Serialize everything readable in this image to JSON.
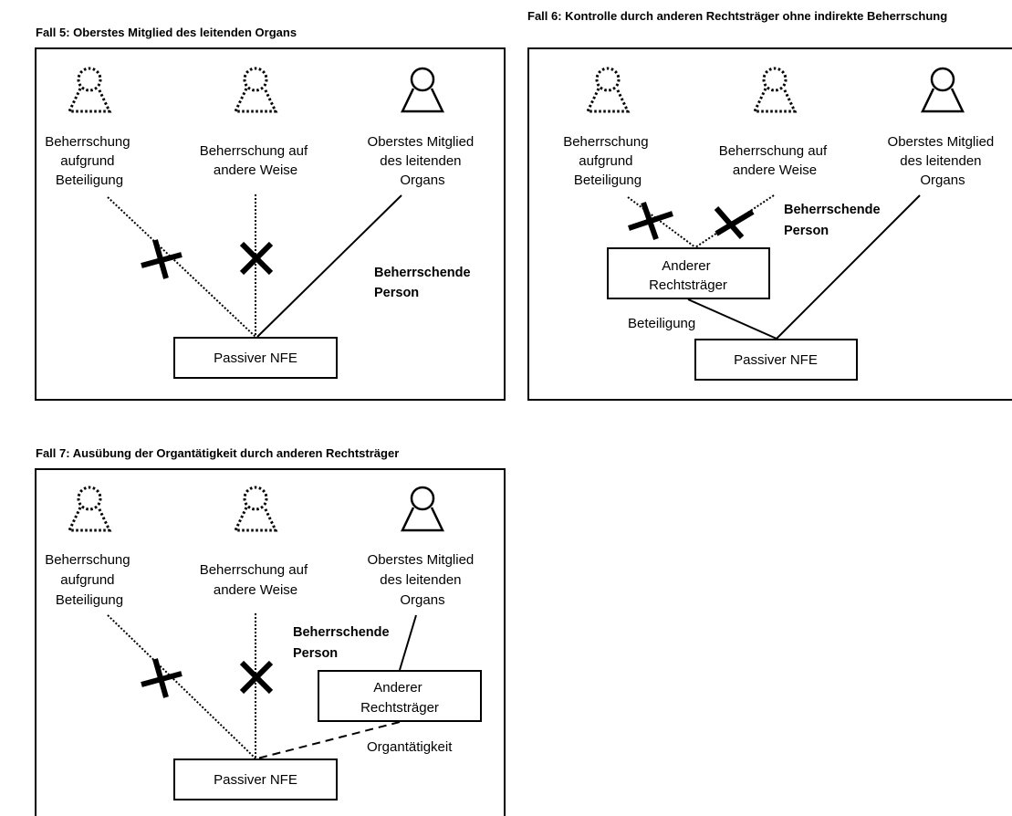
{
  "cases": [
    {
      "title": "Fall 5: Oberstes Mitglied des leitenden Organs",
      "persons": [
        [
          "Beherrschung",
          "aufgrund",
          "Beteiligung"
        ],
        [
          "Beherrschung auf",
          "andere Weise"
        ],
        [
          "Oberstes Mitglied",
          "des leitenden",
          "Organs"
        ]
      ],
      "controlling_label": [
        "Beherrschende",
        "Person"
      ],
      "entity_box": "Passiver NFE"
    },
    {
      "title": "Fall 6: Kontrolle durch anderen Rechtsträger ohne indirekte Beherrschung",
      "persons": [
        [
          "Beherrschung",
          "aufgrund",
          "Beteiligung"
        ],
        [
          "Beherrschung auf",
          "andere Weise"
        ],
        [
          "Oberstes Mitglied",
          "des leitenden",
          "Organs"
        ]
      ],
      "controlling_label": [
        "Beherrschende",
        "Person"
      ],
      "intermediate_box": [
        "Anderer",
        "Rechtsträger"
      ],
      "link_label": "Beteiligung",
      "entity_box": "Passiver NFE"
    },
    {
      "title": "Fall 7: Ausübung der Organtätigkeit durch anderen Rechtsträger",
      "persons": [
        [
          "Beherrschung",
          "aufgrund",
          "Beteiligung"
        ],
        [
          "Beherrschung auf",
          "andere Weise"
        ],
        [
          "Oberstes Mitglied",
          "des leitenden",
          "Organs"
        ]
      ],
      "controlling_label": [
        "Beherrschende",
        "Person"
      ],
      "intermediate_box": [
        "Anderer",
        "Rechtsträger"
      ],
      "link_label": "Organtätigkeit",
      "entity_box": "Passiver NFE"
    }
  ]
}
